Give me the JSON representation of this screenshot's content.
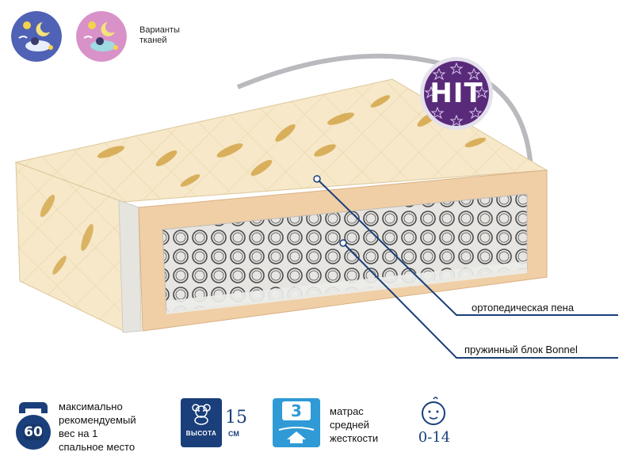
{
  "swatches": {
    "label_line1": "Варианты",
    "label_line2": "тканей",
    "items": [
      {
        "name": "blue-night-fabric",
        "color": "#4f62b5"
      },
      {
        "name": "pink-night-fabric",
        "color": "#d892c8"
      }
    ]
  },
  "badge": {
    "text": "HIT",
    "color": "#5a2a7a"
  },
  "layers": {
    "foam_label": "ортопедическая пена",
    "spring_label": "пружинный блок Bonnel"
  },
  "features": {
    "weight": {
      "value": "60",
      "line1": "максимально",
      "line2": "рекомендуемый",
      "line3": "вес на 1",
      "line4": "спальное место"
    },
    "height": {
      "caption": "ВЫСОТА",
      "value": "15",
      "unit": "СМ"
    },
    "firmness": {
      "value": "3",
      "line1": "матрас",
      "line2": "средней",
      "line3": "жесткости"
    },
    "age": {
      "range": "0-14"
    }
  },
  "colors": {
    "brand_blue": "#1a3f7a",
    "fabric_cream": "#f5e6c4",
    "foam": "#f0cfa6",
    "accent_cyan": "#2f9ad6"
  }
}
